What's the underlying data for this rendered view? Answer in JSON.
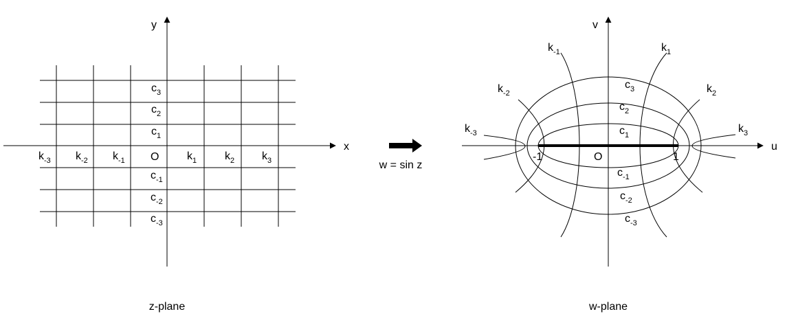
{
  "zplane": {
    "caption": "z-plane",
    "x_axis": "x",
    "y_axis": "y",
    "origin": "O",
    "k_labels": [
      {
        "base": "k",
        "sub": "-3"
      },
      {
        "base": "k",
        "sub": "-2"
      },
      {
        "base": "k",
        "sub": "-1"
      },
      {
        "base": "k",
        "sub": "1"
      },
      {
        "base": "k",
        "sub": "2"
      },
      {
        "base": "k",
        "sub": "3"
      }
    ],
    "c_labels": [
      {
        "base": "c",
        "sub": "3"
      },
      {
        "base": "c",
        "sub": "2"
      },
      {
        "base": "c",
        "sub": "1"
      },
      {
        "base": "c",
        "sub": "-1"
      },
      {
        "base": "c",
        "sub": "-2"
      },
      {
        "base": "c",
        "sub": "-3"
      }
    ]
  },
  "mapping": {
    "label": "w = sin z"
  },
  "wplane": {
    "caption": "w-plane",
    "u_axis": "u",
    "v_axis": "v",
    "origin": "O",
    "minus_one": "-1",
    "one": "1",
    "k_labels": [
      {
        "base": "k",
        "sub": "-1"
      },
      {
        "base": "k",
        "sub": "1"
      },
      {
        "base": "k",
        "sub": "-2"
      },
      {
        "base": "k",
        "sub": "2"
      },
      {
        "base": "k",
        "sub": "-3"
      },
      {
        "base": "k",
        "sub": "3"
      }
    ],
    "c_labels": [
      {
        "base": "c",
        "sub": "3"
      },
      {
        "base": "c",
        "sub": "2"
      },
      {
        "base": "c",
        "sub": "1"
      },
      {
        "base": "c",
        "sub": "-1"
      },
      {
        "base": "c",
        "sub": "-2"
      },
      {
        "base": "c",
        "sub": "-3"
      }
    ]
  }
}
